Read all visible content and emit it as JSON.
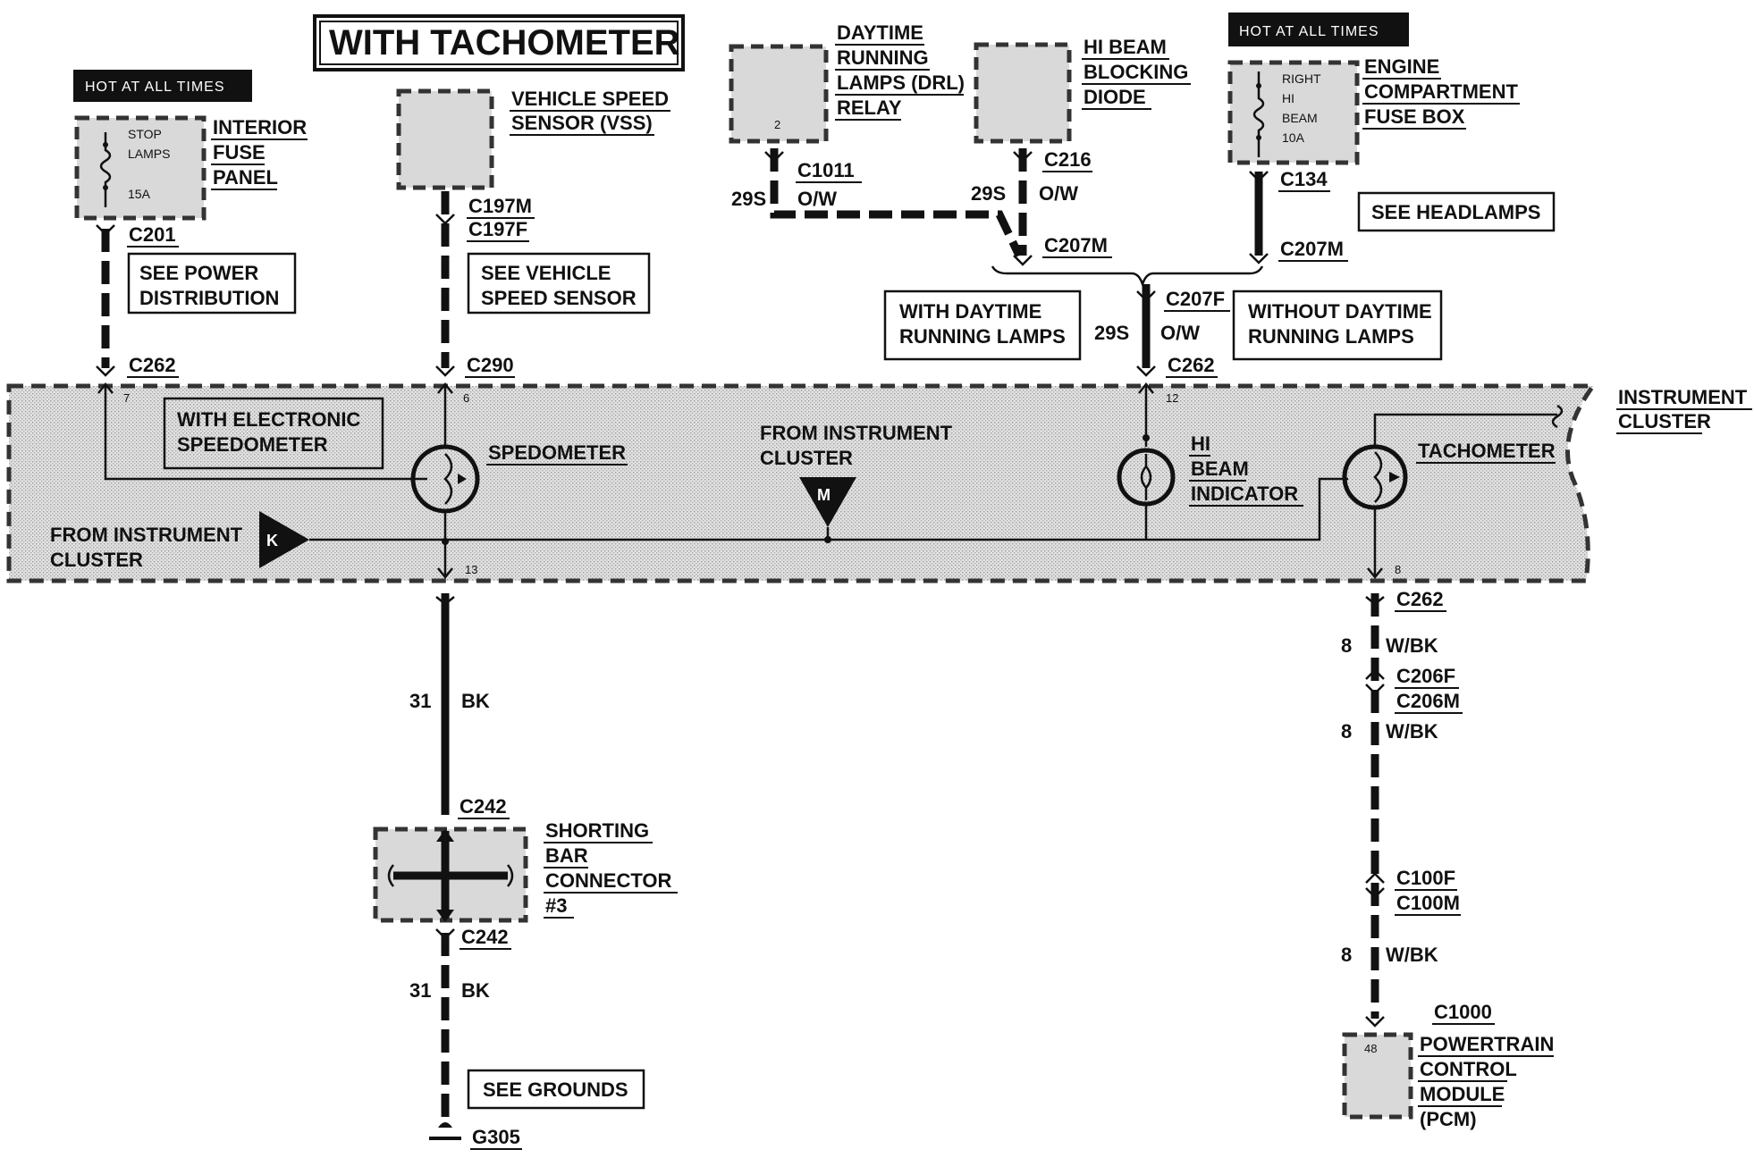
{
  "title": "WITH TACHOMETER",
  "hot_labels": {
    "left": "HOT AT ALL TIMES",
    "right": "HOT AT ALL TIMES"
  },
  "components": {
    "interior_fuse_panel": {
      "name": [
        "INTERIOR",
        "FUSE",
        "PANEL"
      ],
      "fuse": [
        "STOP",
        "LAMPS",
        "15A"
      ]
    },
    "vss": {
      "name": [
        "VEHICLE SPEED",
        "SENSOR (VSS)"
      ]
    },
    "drl_relay": {
      "name": [
        "DAYTIME",
        "RUNNING",
        "LAMPS (DRL)",
        "RELAY"
      ],
      "pin": "2"
    },
    "hi_beam_diode": {
      "name": [
        "HI BEAM",
        "BLOCKING",
        "DIODE"
      ]
    },
    "engine_fuse_box": {
      "name": [
        "ENGINE",
        "COMPARTMENT",
        "FUSE BOX"
      ],
      "fuse": [
        "RIGHT",
        "HI",
        "BEAM",
        "10A"
      ]
    },
    "instrument_cluster": {
      "name": [
        "INSTRUMENT",
        "CLUSTER"
      ]
    },
    "speedometer": "SPEDOMETER",
    "hi_beam_indicator": [
      "HI",
      "BEAM",
      "INDICATOR"
    ],
    "tachometer": "TACHOMETER",
    "shorting_bar": {
      "name": [
        "SHORTING",
        "BAR",
        "CONNECTOR",
        "#3"
      ]
    },
    "pcm": {
      "name": [
        "POWERTRAIN",
        "CONTROL",
        "MODULE",
        "(PCM)"
      ],
      "pin": "48"
    }
  },
  "connectors": {
    "c201": "C201",
    "c262_left": "C262",
    "c197m": "C197M",
    "c197f": "C197F",
    "c290": "C290",
    "c1011": "C1011",
    "c216": "C216",
    "c134": "C134",
    "c207m_left": "C207M",
    "c207m_right": "C207M",
    "c207f": "C207F",
    "c262_mid": "C262",
    "c262_bottom": "C262",
    "c206f": "C206F",
    "c206m": "C206M",
    "c100f": "C100F",
    "c100m": "C100M",
    "c1000": "C1000",
    "c242_top": "C242",
    "c242_bottom": "C242",
    "g305": "G305"
  },
  "wires": {
    "drl_circuit": "29S",
    "drl_color": "O/W",
    "diode_circuit": "29S",
    "diode_color": "O/W",
    "mid_circuit": "29S",
    "mid_color": "O/W",
    "gnd_circuit_1": "31",
    "gnd_color_1": "BK",
    "gnd_circuit_2": "31",
    "gnd_color_2": "BK",
    "tach_circuit_1": "8",
    "tach_color_1": "W/BK",
    "tach_circuit_2": "8",
    "tach_color_2": "W/BK",
    "tach_circuit_3": "8",
    "tach_color_3": "W/BK"
  },
  "pins": {
    "p7": "7",
    "p6": "6",
    "p13": "13",
    "p12": "12",
    "p8": "8"
  },
  "notes": {
    "power_distribution": [
      "SEE POWER",
      "DISTRIBUTION"
    ],
    "vehicle_speed_sensor": [
      "SEE VEHICLE",
      "SPEED SENSOR"
    ],
    "headlamps": "SEE HEADLAMPS",
    "with_drl": [
      "WITH DAYTIME",
      "RUNNING LAMPS"
    ],
    "without_drl": [
      "WITHOUT DAYTIME",
      "RUNNING LAMPS"
    ],
    "with_electronic_speedo": [
      "WITH ELECTRONIC",
      "SPEEDOMETER"
    ],
    "grounds": "SEE GROUNDS"
  },
  "references": {
    "from_cluster_m": [
      "FROM INSTRUMENT",
      "CLUSTER"
    ],
    "m_letter": "M",
    "from_cluster_k": [
      "FROM INSTRUMENT",
      "CLUSTER"
    ],
    "k_letter": "K"
  },
  "colors": {
    "component_fill": "#d9d9d9",
    "line": "#111111",
    "hot_bg": "#111111"
  }
}
